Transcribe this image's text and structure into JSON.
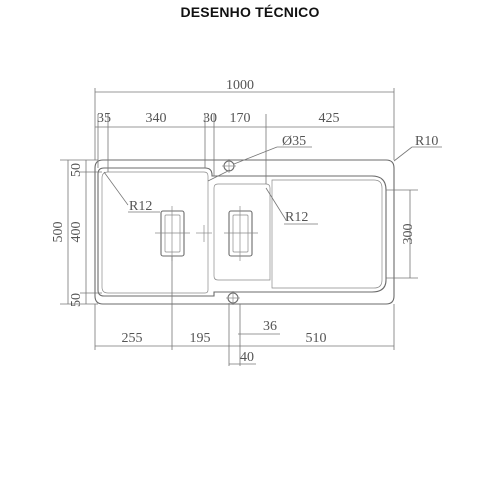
{
  "title": "DESENHO TÉCNICO",
  "dimensions": {
    "overall_width": "1000",
    "top_35": "35",
    "top_340": "340",
    "top_30": "30",
    "top_170": "170",
    "top_425": "425",
    "hole_diameter": "Ø35",
    "corner_radius_outer": "R10",
    "radius_left_bowl": "R12",
    "radius_right_bowl": "R12",
    "height_overall": "500",
    "height_bowl": "400",
    "margin_top": "50",
    "margin_bottom": "50",
    "drainer_height": "300",
    "bottom_255": "255",
    "bottom_195": "195",
    "bottom_510": "510",
    "bottom_36": "36",
    "bottom_40": "40"
  }
}
